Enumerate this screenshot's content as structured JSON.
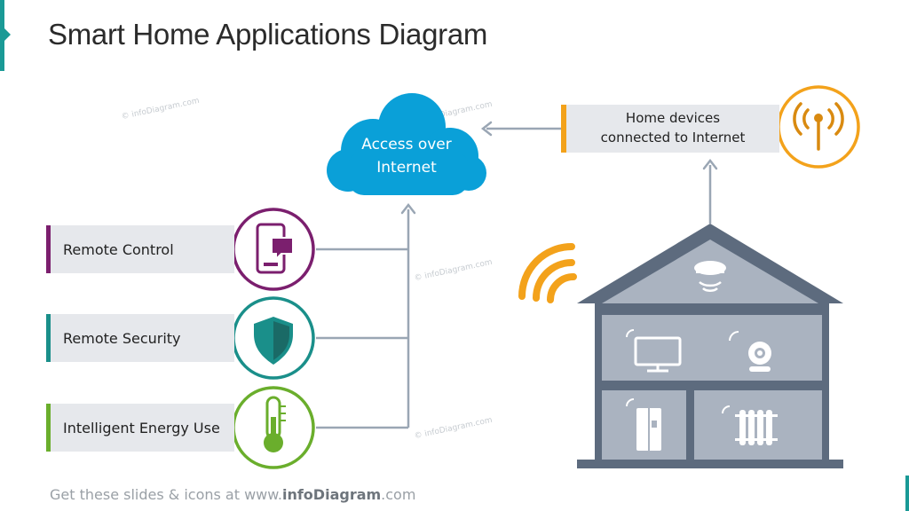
{
  "title": "Smart Home Applications Diagram",
  "cloud": {
    "line1": "Access over",
    "line2": "Internet"
  },
  "home_box": {
    "line1": "Home devices",
    "line2": "connected to Internet"
  },
  "applications": [
    {
      "label": "Remote Control",
      "color": "#7b1f6e",
      "icon": "smartphone-message-icon"
    },
    {
      "label": "Remote Security",
      "color": "#1a8f8a",
      "icon": "shield-icon"
    },
    {
      "label": "Intelligent Energy Use",
      "color": "#6aae2c",
      "icon": "thermometer-icon"
    }
  ],
  "colors": {
    "cloud": "#0aa0d8",
    "house": "#5d6b7e",
    "house_fill": "#aab3c0",
    "accent_orange": "#f3a21b",
    "connector": "#9aa6b4",
    "teal_accent": "#1a9a96"
  },
  "watermark": "© infoDiagram.com",
  "footer": {
    "prefix": "Get these slides  & icons at www.",
    "brand": "infoDiagram",
    "suffix": ".com"
  }
}
